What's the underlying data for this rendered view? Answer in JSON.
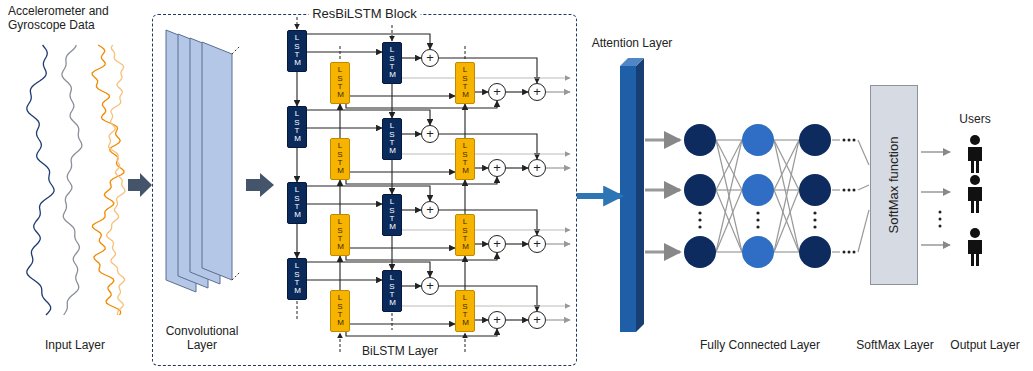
{
  "diagram": {
    "nodes": [
      {
        "text": [
          "ResBiLSTM Block"
        ]
      },
      {
        "text": [
          "Convolutional Layer"
        ],
        "in": 0
      },
      {
        "text": [
          "LSTM"
        ],
        "in": 0
      },
      {
        "text": [
          "LSTM"
        ],
        "in": 0
      },
      {
        "text": [
          "LSTM"
        ],
        "in": 0
      },
      {
        "text": [
          "+"
        ],
        "in": 0
      },
      {
        "text": [
          "LSTM"
        ],
        "in": 0
      },
      {
        "text": [
          "+"
        ],
        "in": 0
      },
      {
        "text": [
          "+"
        ],
        "in": 0
      },
      {
        "text": [
          "LSTM"
        ],
        "in": 0
      },
      {
        "text": [
          "LSTM"
        ],
        "in": 0
      },
      {
        "text": [
          "LSTM"
        ],
        "in": 0
      },
      {
        "text": [
          "+"
        ],
        "in": 0
      },
      {
        "text": [
          "LSTM"
        ],
        "in": 0
      },
      {
        "text": [
          "+"
        ],
        "in": 0
      },
      {
        "text": [
          "+"
        ],
        "in": 0
      },
      {
        "text": [
          "LSTM"
        ],
        "in": 0
      },
      {
        "text": [
          "LSTM"
        ],
        "in": 0
      },
      {
        "text": [
          "LSTM"
        ],
        "in": 0
      },
      {
        "text": [
          "+"
        ],
        "in": 0
      },
      {
        "text": [
          "LSTM"
        ],
        "in": 0
      },
      {
        "text": [
          "+"
        ],
        "in": 0
      },
      {
        "text": [
          "+"
        ],
        "in": 0
      },
      {
        "text": [
          "LSTM"
        ],
        "in": 0
      },
      {
        "text": [
          "LSTM"
        ],
        "in": 0
      },
      {
        "text": [
          "LSTM"
        ],
        "in": 0
      },
      {
        "text": [
          "+"
        ],
        "in": 0
      },
      {
        "text": [
          "LSTM"
        ],
        "in": 0
      },
      {
        "text": [
          "+"
        ],
        "in": 0
      },
      {
        "text": [
          "+"
        ],
        "in": 0
      },
      {
        "text": [
          "Attention Layer"
        ]
      },
      {
        "text": [
          "SoftMax function"
        ]
      }
    ],
    "edges": [
      {
        "from": 2,
        "to": 4,
        "arrow": "to"
      },
      {
        "from": 2,
        "to": 5,
        "arrow": "to"
      },
      {
        "from": 4,
        "to": 5,
        "arrow": "to"
      },
      {
        "from": 3,
        "to": 6,
        "arrow": "to"
      },
      {
        "from": 3,
        "to": 7,
        "arrow": "to"
      },
      {
        "from": 6,
        "to": 7,
        "arrow": "to"
      },
      {
        "from": 7,
        "to": 8,
        "arrow": "to"
      },
      {
        "from": 5,
        "to": 8,
        "arrow": "to"
      },
      {
        "from": 9,
        "to": 11,
        "arrow": "to"
      },
      {
        "from": 9,
        "to": 12,
        "arrow": "to"
      },
      {
        "from": 11,
        "to": 12,
        "arrow": "to"
      },
      {
        "from": 10,
        "to": 13,
        "arrow": "to"
      },
      {
        "from": 10,
        "to": 14,
        "arrow": "to"
      },
      {
        "from": 13,
        "to": 14,
        "arrow": "to"
      },
      {
        "from": 14,
        "to": 15,
        "arrow": "to"
      },
      {
        "from": 12,
        "to": 15,
        "arrow": "to"
      },
      {
        "from": 16,
        "to": 18,
        "arrow": "to"
      },
      {
        "from": 16,
        "to": 19,
        "arrow": "to"
      },
      {
        "from": 18,
        "to": 19,
        "arrow": "to"
      },
      {
        "from": 17,
        "to": 20,
        "arrow": "to"
      },
      {
        "from": 17,
        "to": 21,
        "arrow": "to"
      },
      {
        "from": 20,
        "to": 21,
        "arrow": "to"
      },
      {
        "from": 21,
        "to": 22,
        "arrow": "to"
      },
      {
        "from": 19,
        "to": 22,
        "arrow": "to"
      },
      {
        "from": 23,
        "to": 25,
        "arrow": "to"
      },
      {
        "from": 23,
        "to": 26,
        "arrow": "to"
      },
      {
        "from": 25,
        "to": 26,
        "arrow": "to"
      },
      {
        "from": 24,
        "to": 27,
        "arrow": "to"
      },
      {
        "from": 24,
        "to": 28,
        "arrow": "to"
      },
      {
        "from": 27,
        "to": 28,
        "arrow": "to"
      },
      {
        "from": 28,
        "to": 29,
        "arrow": "to"
      },
      {
        "from": 26,
        "to": 29,
        "arrow": "to"
      },
      {
        "from": 2,
        "to": 9,
        "arrow": "to"
      },
      {
        "from": 4,
        "to": 11,
        "arrow": "to"
      },
      {
        "from": 10,
        "to": 3,
        "arrow": "to"
      },
      {
        "from": 13,
        "to": 6,
        "arrow": "to"
      },
      {
        "from": 9,
        "to": 16,
        "arrow": "to"
      },
      {
        "from": 11,
        "to": 18,
        "arrow": "to"
      },
      {
        "from": 17,
        "to": 10,
        "arrow": "to"
      },
      {
        "from": 20,
        "to": 13,
        "arrow": "to"
      },
      {
        "from": 16,
        "to": 23,
        "arrow": "to"
      },
      {
        "from": 18,
        "to": 25,
        "arrow": "to"
      },
      {
        "from": 24,
        "to": 17,
        "arrow": "to"
      },
      {
        "from": 27,
        "to": 20,
        "arrow": "to"
      },
      {
        "from": 0,
        "to": 30,
        "arrow": "to"
      }
    ],
    "labels": [
      "Accelerometer and Gyroscope Data",
      "Input Layer",
      "BiLSTM Layer",
      "Fully Connected Layer",
      "SoftMax Layer",
      "Output Layer",
      "Users"
    ]
  }
}
